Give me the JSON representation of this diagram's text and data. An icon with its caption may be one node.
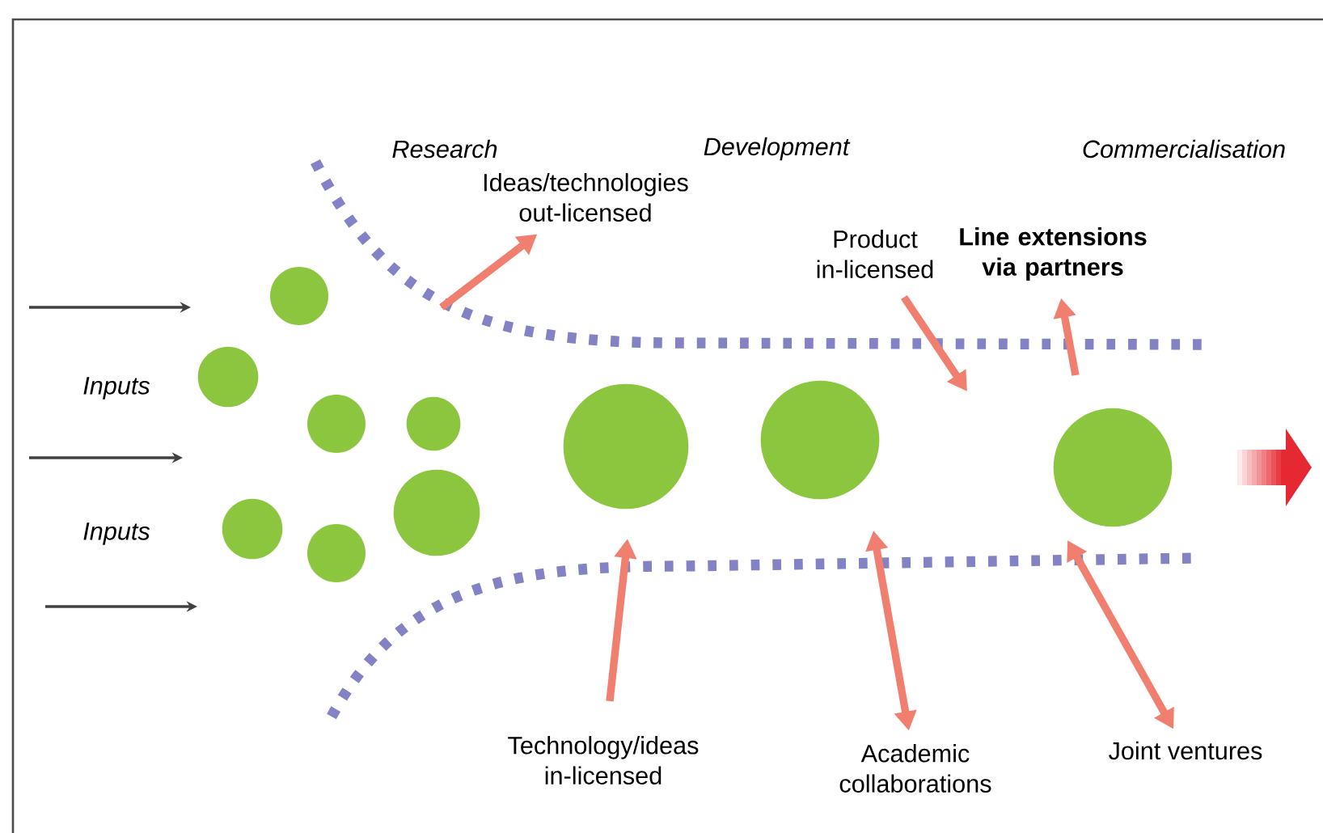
{
  "diagram": {
    "nodes": [
      {
        "text": [
          "Ideas/technologies out-licensed"
        ]
      },
      {
        "text": [
          "Product in-licensed"
        ]
      },
      {
        "text": [
          "Line extensions via partners"
        ]
      },
      {
        "text": [],
        "shape": "circle"
      },
      {
        "text": [],
        "shape": "circle"
      },
      {
        "text": [],
        "shape": "circle"
      },
      {
        "text": [],
        "shape": "circle"
      },
      {
        "text": [],
        "shape": "circle"
      },
      {
        "text": [],
        "shape": "circle"
      },
      {
        "text": [],
        "shape": "circle"
      },
      {
        "text": [],
        "shape": "circle"
      },
      {
        "text": [],
        "shape": "circle"
      },
      {
        "text": [],
        "shape": "circle"
      },
      {
        "text": [
          "Technology/ideas in-licensed"
        ]
      },
      {
        "text": [
          "Academic collaborations"
        ]
      },
      {
        "text": [
          "Joint ventures"
        ]
      }
    ],
    "edges": [
      {
        "from": null,
        "to": 0,
        "arrow": "to"
      },
      {
        "from": 1,
        "to": null,
        "arrow": "to"
      },
      {
        "from": null,
        "to": 2,
        "arrow": "to"
      },
      {
        "from": 13,
        "to": null,
        "arrow": "to"
      },
      {
        "from": 14,
        "to": null,
        "arrow": "both"
      },
      {
        "from": 15,
        "to": null,
        "arrow": "both"
      }
    ],
    "labels": [
      "Research",
      "Development",
      "Commercialisation",
      "Inputs",
      "Inputs"
    ]
  }
}
